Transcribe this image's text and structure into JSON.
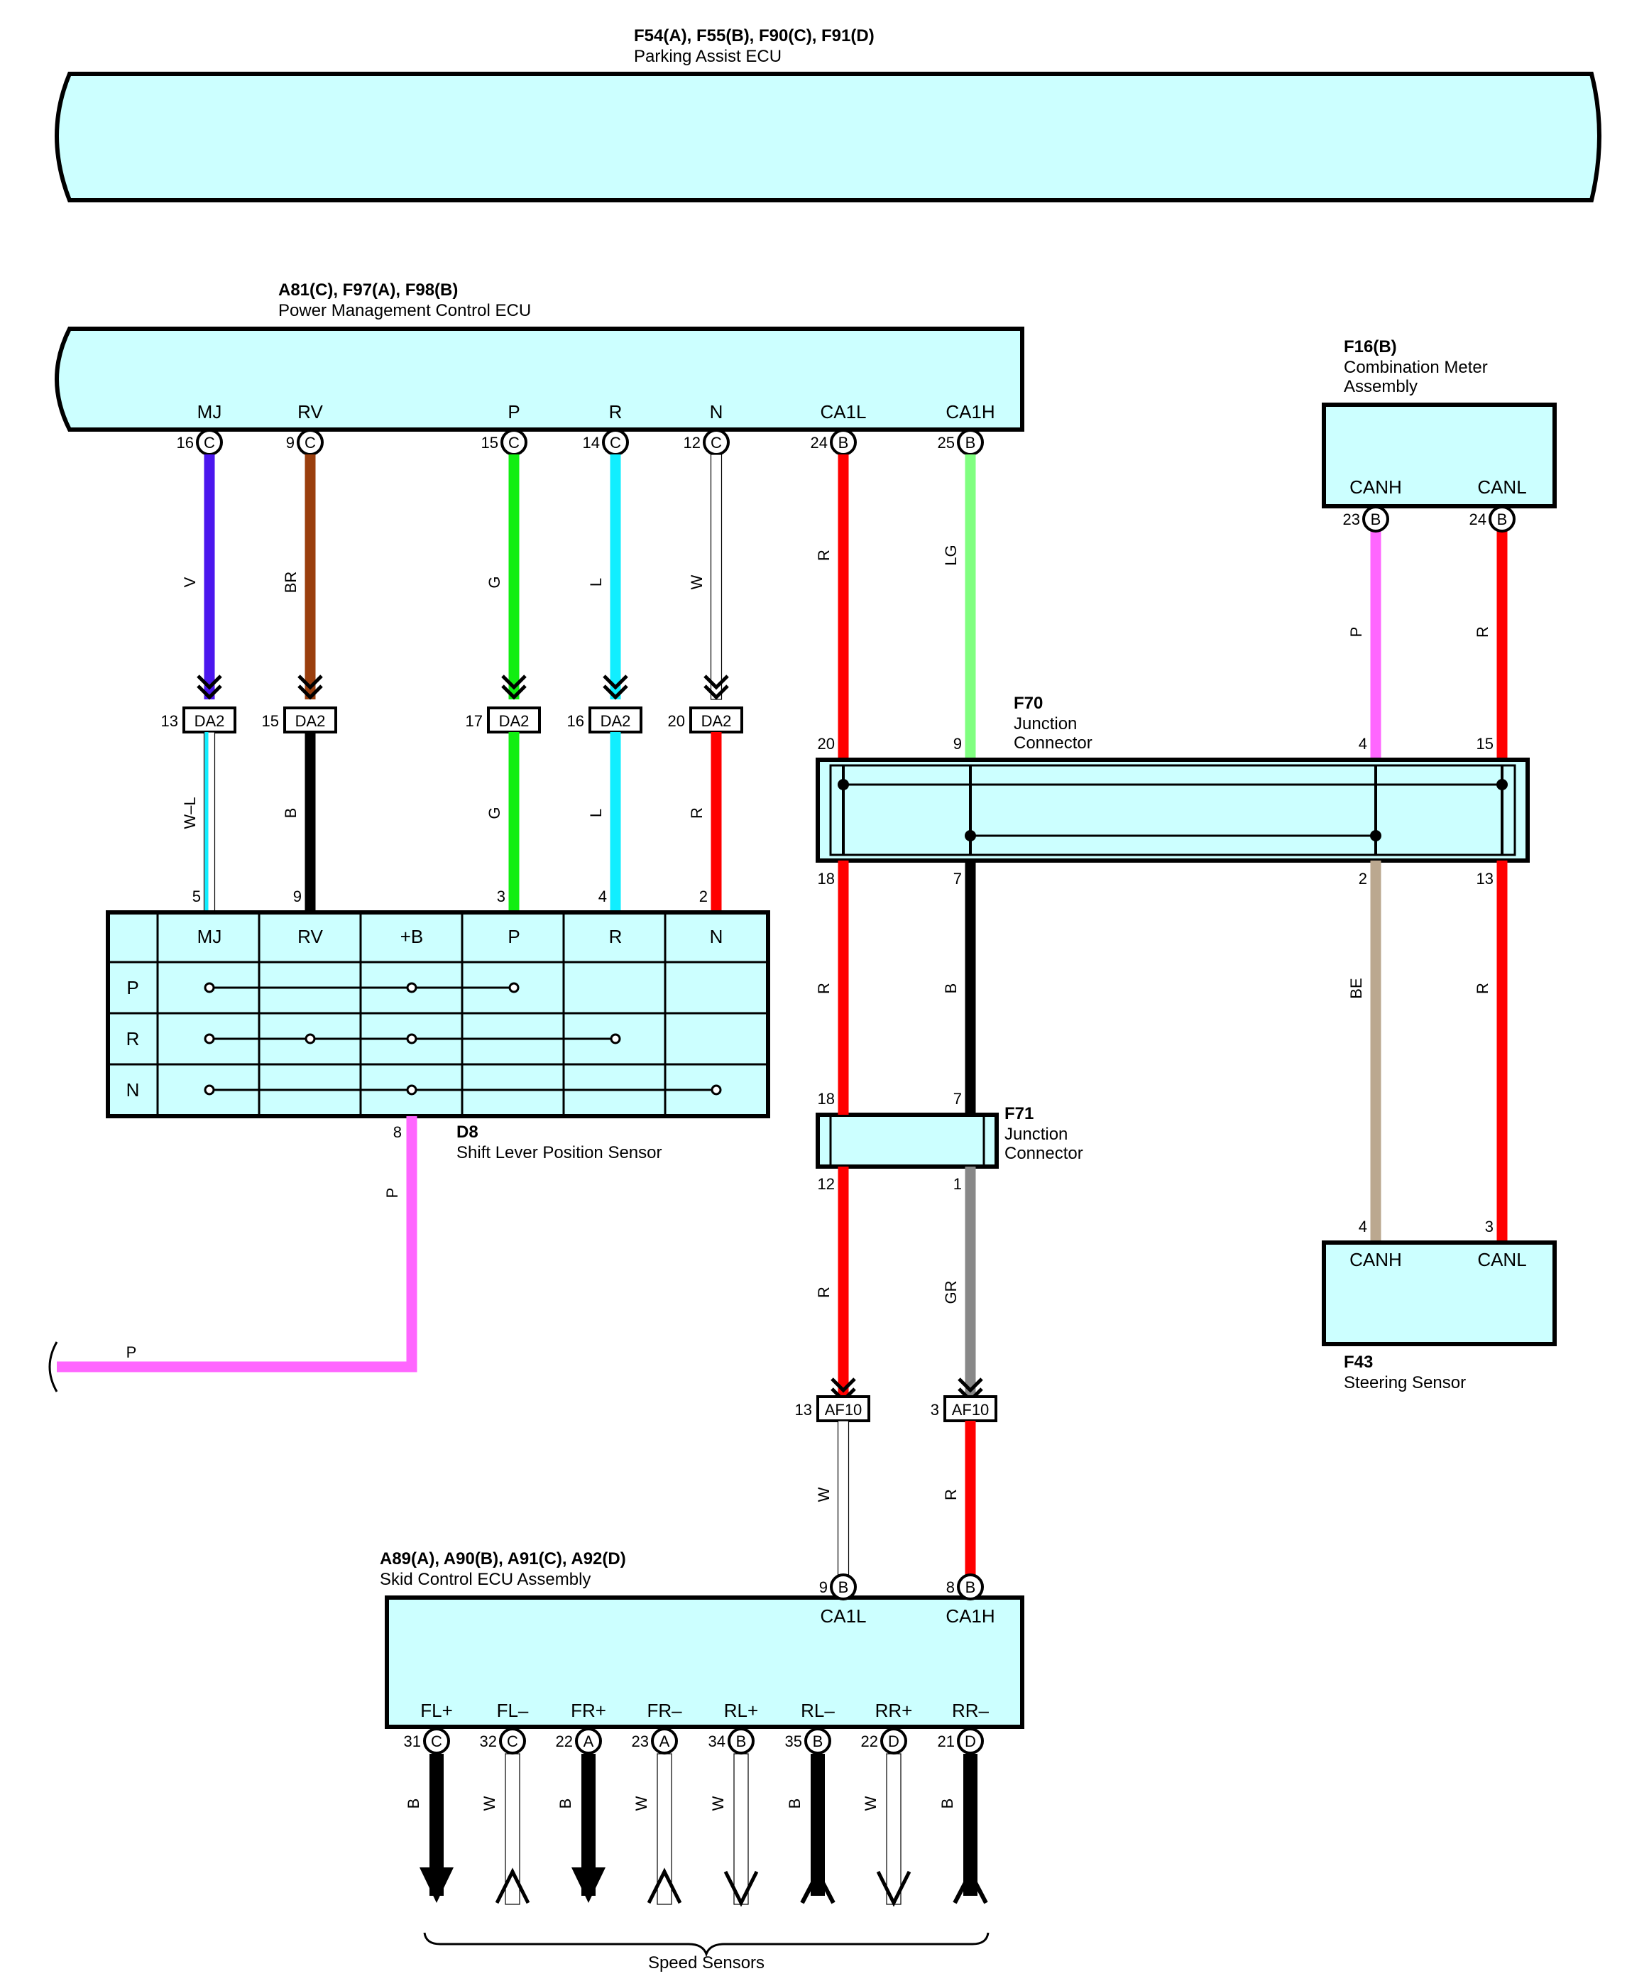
{
  "colors": {
    "V": "#4b16ee",
    "BR": "#9a3e0d",
    "G": "#11ee11",
    "L": "#11eeff",
    "W": "#ffffff",
    "R": "#ff0000",
    "LG": "#80ff80",
    "P": "#ff66ff",
    "B": "#000000",
    "BE": "#bba88f",
    "GR": "#888888",
    "box": "#ccffff"
  },
  "parking_ecu": {
    "title": "F54(A), F55(B), F90(C), F91(D)",
    "name": "Parking Assist ECU"
  },
  "pm_ecu": {
    "title": "A81(C), F97(A), F98(B)",
    "name": "Power Management Control ECU",
    "terminals": [
      {
        "label": "MJ",
        "pin": "16",
        "conn": "C"
      },
      {
        "label": "RV",
        "pin": "9",
        "conn": "C"
      },
      {
        "label": "P",
        "pin": "15",
        "conn": "C"
      },
      {
        "label": "R",
        "pin": "14",
        "conn": "C"
      },
      {
        "label": "N",
        "pin": "12",
        "conn": "C"
      },
      {
        "label": "CA1L",
        "pin": "24",
        "conn": "B"
      },
      {
        "label": "CA1H",
        "pin": "25",
        "conn": "B"
      }
    ]
  },
  "upper_wires": [
    "V",
    "BR",
    "G",
    "L",
    "W",
    "R",
    "LG"
  ],
  "da2": {
    "name": "DA2",
    "pins": [
      "13",
      "15",
      "17",
      "16",
      "20"
    ],
    "lower_wires": [
      "W–L",
      "B",
      "G",
      "L",
      "R"
    ],
    "lower_pins": [
      "5",
      "9",
      "3",
      "4",
      "2"
    ]
  },
  "combination_meter": {
    "title": "F16(B)",
    "name1": "Combination Meter",
    "name2": "Assembly",
    "t1": "CANH",
    "t2": "CANL",
    "p1": "23",
    "p2": "24",
    "conn": "B",
    "w1": "P",
    "w2": "R"
  },
  "f70": {
    "title": "F70",
    "name1": "Junction",
    "name2": "Connector",
    "top_pins": [
      "20",
      "9",
      "4",
      "15"
    ],
    "bottom_pins": [
      "18",
      "7",
      "2",
      "13"
    ]
  },
  "f70_lower_wires": [
    "R",
    "B",
    "BE",
    "R"
  ],
  "f71": {
    "title": "F71",
    "name1": "Junction",
    "name2": "Connector",
    "top_pins": [
      "18",
      "7"
    ],
    "bottom_pins": [
      "12",
      "1"
    ]
  },
  "f71_lower_wires": [
    "R",
    "GR"
  ],
  "shift_sensor": {
    "title": "D8",
    "name": "Shift Lever Position Sensor",
    "columns": [
      "MJ",
      "RV",
      "+B",
      "P",
      "R",
      "N"
    ],
    "rows": [
      "P",
      "R",
      "N"
    ],
    "pin": "8",
    "wire": "P"
  },
  "shift_output_wire": "P",
  "steering_sensor": {
    "title": "F43",
    "name": "Steering Sensor",
    "t1": "CANH",
    "t2": "CANL",
    "p1": "4",
    "p2": "3"
  },
  "af10": {
    "name": "AF10",
    "pins": [
      "13",
      "3"
    ],
    "lower_wires": [
      "W",
      "R"
    ]
  },
  "skid_ecu": {
    "title": "A89(A), A90(B), A91(C), A92(D)",
    "name": "Skid Control ECU Assembly",
    "top": [
      {
        "label": "CA1L",
        "pin": "9",
        "conn": "B"
      },
      {
        "label": "CA1H",
        "pin": "8",
        "conn": "B"
      }
    ],
    "bottom": [
      {
        "label": "FL+",
        "pin": "31",
        "conn": "C",
        "wire": "B"
      },
      {
        "label": "FL–",
        "pin": "32",
        "conn": "C",
        "wire": "W"
      },
      {
        "label": "FR+",
        "pin": "22",
        "conn": "A",
        "wire": "B"
      },
      {
        "label": "FR–",
        "pin": "23",
        "conn": "A",
        "wire": "W"
      },
      {
        "label": "RL+",
        "pin": "34",
        "conn": "B",
        "wire": "W"
      },
      {
        "label": "RL–",
        "pin": "35",
        "conn": "B",
        "wire": "B"
      },
      {
        "label": "RR+",
        "pin": "22",
        "conn": "D",
        "wire": "W"
      },
      {
        "label": "RR–",
        "pin": "21",
        "conn": "D",
        "wire": "B"
      }
    ]
  },
  "speed_sensors": "Speed Sensors"
}
